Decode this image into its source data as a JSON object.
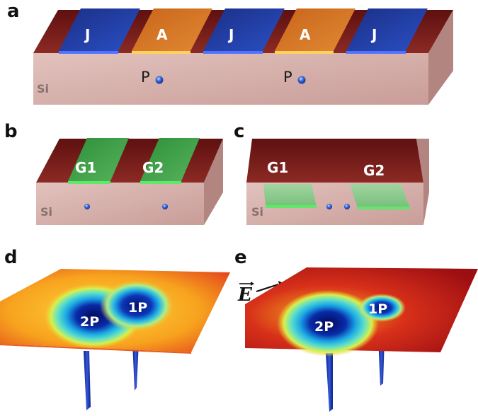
{
  "panels": {
    "a": {
      "letter": "a",
      "gates": [
        "J",
        "A",
        "J",
        "A",
        "J"
      ],
      "gate_colors": [
        "#1f43b0",
        "#d9731e",
        "#1f43b0",
        "#d9731e",
        "#1f43b0"
      ],
      "donors": [
        "P",
        "P"
      ],
      "substrate": "Si"
    },
    "b": {
      "letter": "b",
      "gates": [
        "G1",
        "G2"
      ],
      "substrate": "Si"
    },
    "c": {
      "letter": "c",
      "gates": [
        "G1",
        "G2"
      ],
      "substrate": "Si"
    },
    "d": {
      "letter": "d",
      "labels": [
        "2P",
        "1P"
      ]
    },
    "e": {
      "letter": "e",
      "field": "E",
      "labels": [
        "2P",
        "1P"
      ]
    }
  },
  "colors": {
    "silicon_face": "#d9b3ae",
    "silicon_top": "#7a1c1c",
    "gate_green": "#3fa64a",
    "donor_blue": "#2e5fd6"
  }
}
